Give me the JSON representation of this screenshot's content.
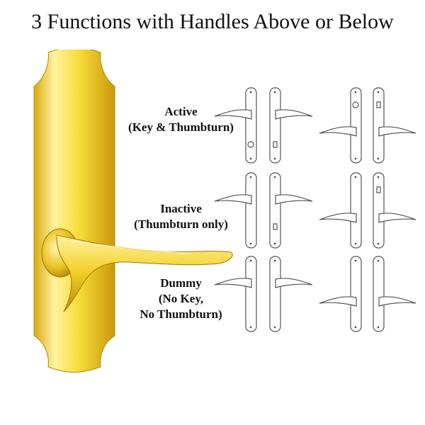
{
  "title": "3 Functions with Handles Above or Below",
  "functions": [
    {
      "name": "Active",
      "detail": "(Key & Thumbturn)"
    },
    {
      "name": "Inactive",
      "detail": "(Thumbturn only)"
    },
    {
      "name": "Dummy",
      "detail_lines": [
        "(No Key,",
        "No Thumbturn)"
      ]
    }
  ],
  "colors": {
    "brass_light": "#FFF6A8",
    "brass_mid": "#F2D21C",
    "brass_dark": "#C99A0A",
    "line": "#555555"
  },
  "icons": [
    "brass-handle-set-photo",
    "handle-plate-line-drawing"
  ]
}
